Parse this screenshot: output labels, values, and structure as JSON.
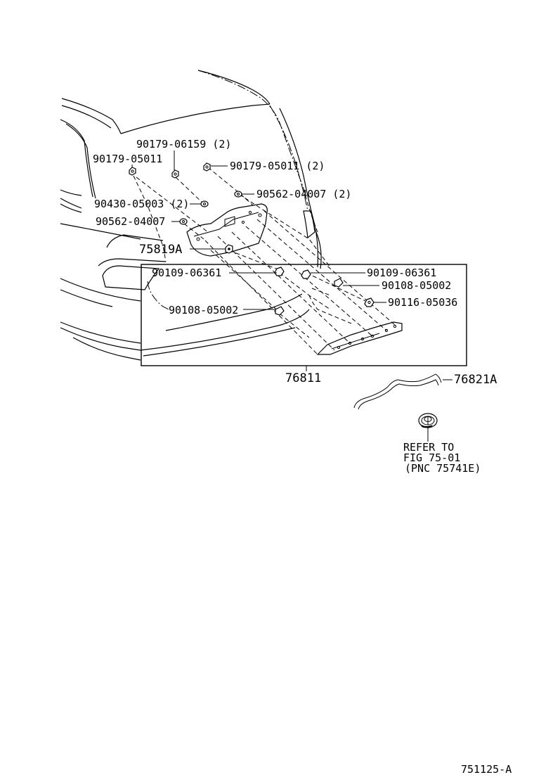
{
  "labels": {
    "p_90179_06159": "90179-06159 (2)",
    "p_90179_05011_left": "90179-05011",
    "p_90179_05011_right": "90179-05011 (2)",
    "p_90562_04007_right": "90562-04007 (2)",
    "p_90430_05003": "90430-05003 (2)",
    "p_90562_04007_left": "90562-04007",
    "p_75819A": "75819A",
    "p_90109_06361_left": "90109-06361",
    "p_90109_06361_right": "90109-06361",
    "p_90108_05002_right": "90108-05002",
    "p_90116_05036": "90116-05036",
    "p_90108_05002_left": "90108-05002",
    "p_76811": "76811",
    "p_76821A": "76821A",
    "refer_line1": "REFER TO",
    "refer_line2": "FIG 75-01",
    "refer_line3": "(PNC 75741E)",
    "diagram_id": "751125-A"
  },
  "icons": [
    "toyota-emblem-icon"
  ]
}
